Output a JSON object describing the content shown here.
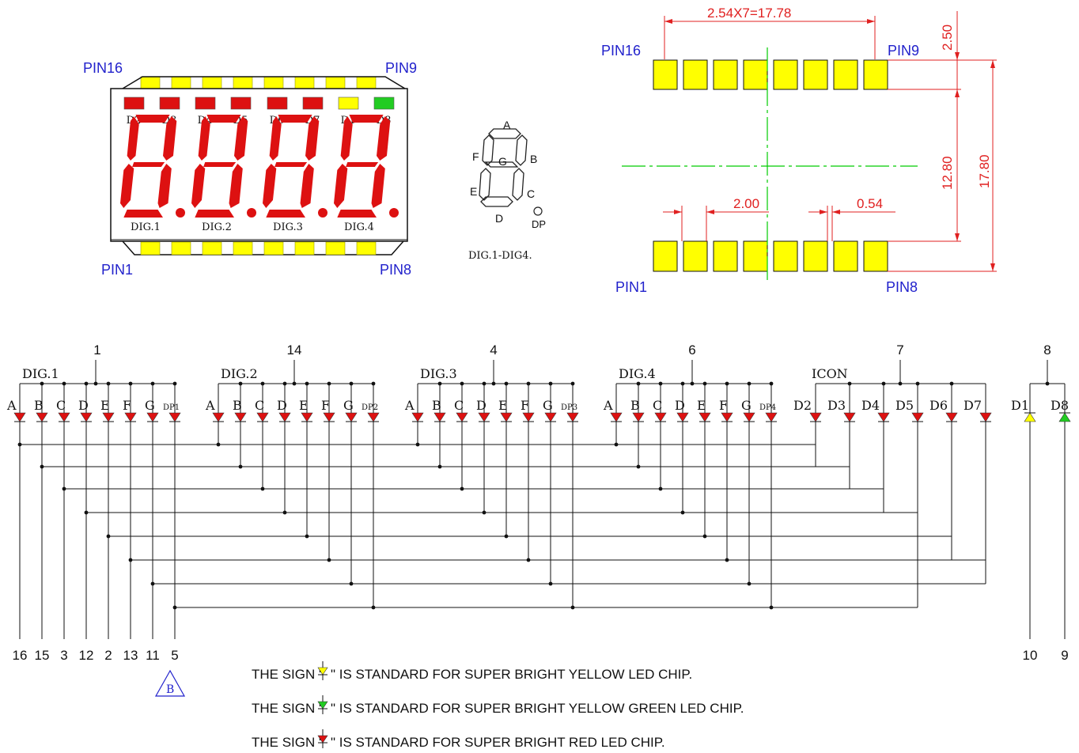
{
  "colors": {
    "red_led": "#dd1111",
    "yellow": "#ffff00",
    "green": "#22cc22",
    "label_blue": "#2222cc",
    "dimension_red": "#e02020",
    "centerline_green": "#00cc00"
  },
  "front_view": {
    "pin_top_left": "PIN16",
    "pin_top_right": "PIN9",
    "pin_bottom_left": "PIN1",
    "pin_bottom_right": "PIN8",
    "icon_labels": [
      "D2",
      "D3",
      "D4",
      "D5",
      "D6",
      "D7",
      "D1",
      "D8"
    ],
    "digit_labels": [
      "DIG.1",
      "DIG.2",
      "DIG.3",
      "DIG.4"
    ]
  },
  "segment_legend": {
    "segments": [
      "A",
      "B",
      "C",
      "D",
      "E",
      "F",
      "G",
      "DP"
    ],
    "caption": "DIG.1-DIG4."
  },
  "pad_layout": {
    "pitch_label": "2.54X7=17.78",
    "pin_top_left": "PIN16",
    "pin_top_right": "PIN9",
    "pin_bottom_left": "PIN1",
    "pin_bottom_right": "PIN8",
    "dim_250": "2.50",
    "dim_1280": "12.80",
    "dim_1780": "17.80",
    "dim_200": "2.00",
    "dim_054": "0.54"
  },
  "schematic": {
    "groups": [
      {
        "title": "DIG.1",
        "common_pin": "1",
        "leds": [
          "A",
          "B",
          "C",
          "D",
          "E",
          "F",
          "G",
          "DP1"
        ]
      },
      {
        "title": "DIG.2",
        "common_pin": "14",
        "leds": [
          "A",
          "B",
          "C",
          "D",
          "E",
          "F",
          "G",
          "DP2"
        ]
      },
      {
        "title": "DIG.3",
        "common_pin": "4",
        "leds": [
          "A",
          "B",
          "C",
          "D",
          "E",
          "F",
          "G",
          "DP3"
        ]
      },
      {
        "title": "DIG.4",
        "common_pin": "6",
        "leds": [
          "A",
          "B",
          "C",
          "D",
          "E",
          "F",
          "G",
          "DP4"
        ]
      },
      {
        "title": "ICON",
        "common_pin": "7",
        "leds": [
          "D2",
          "D3",
          "D4",
          "D5",
          "D6",
          "D7"
        ]
      }
    ],
    "extra_group": {
      "common_pin": "8",
      "leds": [
        "D1",
        "D8"
      ]
    },
    "bottom_pins": [
      "16",
      "15",
      "3",
      "12",
      "2",
      "13",
      "11",
      "5"
    ],
    "right_pins": [
      "10",
      "9"
    ],
    "revision_mark": "B"
  },
  "notes": [
    {
      "before": "THE  SIGN  \"",
      "after": "\"  IS  STANDARD  FOR  SUPER  BRIGHT  YELLOW  LED  CHIP.",
      "color": "#ffff00"
    },
    {
      "before": "THE  SIGN  \"",
      "after": "\"  IS  STANDARD  FOR  SUPER BRIGHT  YELLOW  GREEN  LED  CHIP.",
      "color": "#22cc22"
    },
    {
      "before": "THE  SIGN  \"",
      "after": "\"  IS  STANDARD  FOR  SUPER BRIGHT  RED  LED  CHIP.",
      "color": "#dd1111"
    }
  ]
}
